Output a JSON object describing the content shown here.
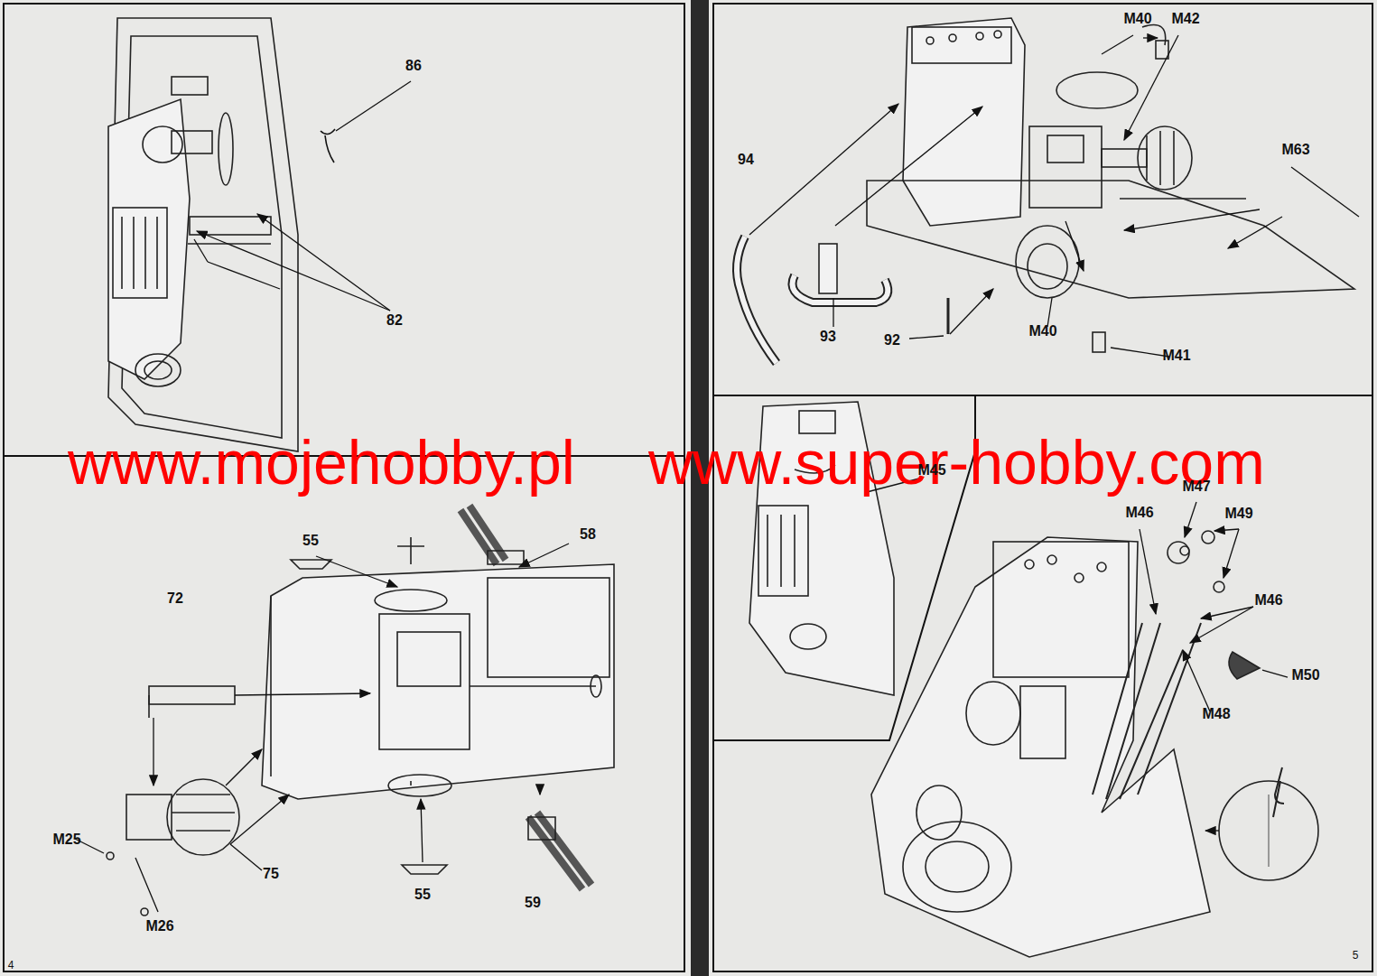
{
  "diagram": {
    "labels": [
      "86",
      "82",
      "M40",
      "M42",
      "M63",
      "94",
      "93",
      "92",
      "M40",
      "M41",
      "www.mojehobby.pl",
      "www.super-hobby.com",
      "55",
      "58",
      "72",
      "M25",
      "M26",
      "75",
      "55",
      "59",
      "4",
      "M45",
      "M47",
      "M46",
      "M49",
      "M46",
      "M50",
      "M48",
      "5"
    ]
  }
}
